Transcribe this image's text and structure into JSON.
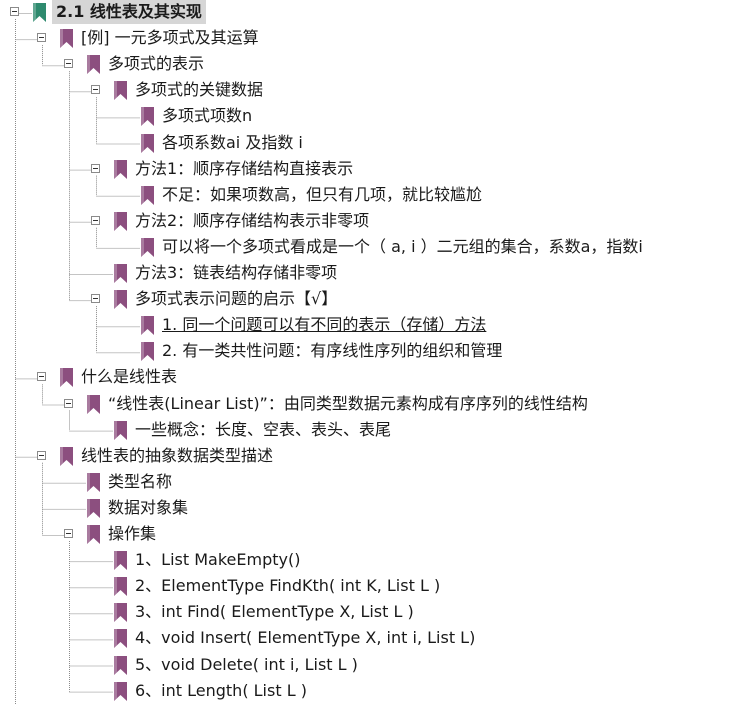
{
  "outline": {
    "nodes": [
      {
        "id": "n0",
        "label": "2.1 线性表及其实现",
        "level": 0,
        "expanded": true,
        "selected": true,
        "underlined": false,
        "color": "#2e8a6e"
      },
      {
        "id": "n1",
        "label": "[例] 一元多项式及其运算",
        "level": 1,
        "expanded": true,
        "selected": false,
        "underlined": false,
        "color": "#8c4f7f"
      },
      {
        "id": "n2",
        "label": "多项式的表示",
        "level": 2,
        "expanded": true,
        "selected": false,
        "underlined": false,
        "color": "#8c4f7f"
      },
      {
        "id": "n3",
        "label": "多项式的关键数据",
        "level": 3,
        "expanded": true,
        "selected": false,
        "underlined": false,
        "color": "#8c4f7f"
      },
      {
        "id": "n4",
        "label": "多项式项数n",
        "level": 4,
        "expanded": null,
        "selected": false,
        "underlined": false,
        "color": "#8c4f7f"
      },
      {
        "id": "n5",
        "label": "各项系数ai 及指数 i",
        "level": 4,
        "expanded": null,
        "selected": false,
        "underlined": false,
        "color": "#8c4f7f"
      },
      {
        "id": "n6",
        "label": "方法1：顺序存储结构直接表示",
        "level": 3,
        "expanded": true,
        "selected": false,
        "underlined": false,
        "color": "#8c4f7f"
      },
      {
        "id": "n7",
        "label": "不足：如果项数高，但只有几项，就比较尴尬",
        "level": 4,
        "expanded": null,
        "selected": false,
        "underlined": false,
        "color": "#8c4f7f"
      },
      {
        "id": "n8",
        "label": "方法2：顺序存储结构表示非零项",
        "level": 3,
        "expanded": true,
        "selected": false,
        "underlined": false,
        "color": "#8c4f7f"
      },
      {
        "id": "n9",
        "label": "可以将一个多项式看成是一个（ a, i ）二元组的集合，系数a，指数i",
        "level": 4,
        "expanded": null,
        "selected": false,
        "underlined": false,
        "color": "#8c4f7f"
      },
      {
        "id": "n10",
        "label": "方法3：链表结构存储非零项",
        "level": 3,
        "expanded": null,
        "selected": false,
        "underlined": false,
        "color": "#8c4f7f"
      },
      {
        "id": "n11",
        "label": "多项式表示问题的启示【√】",
        "level": 3,
        "expanded": true,
        "selected": false,
        "underlined": false,
        "color": "#8c4f7f"
      },
      {
        "id": "n12",
        "label": "1. 同一个问题可以有不同的表示（存储）方法",
        "level": 4,
        "expanded": null,
        "selected": false,
        "underlined": true,
        "color": "#8c4f7f"
      },
      {
        "id": "n13",
        "label": "2. 有一类共性问题：有序线性序列的组织和管理",
        "level": 4,
        "expanded": null,
        "selected": false,
        "underlined": false,
        "color": "#8c4f7f"
      },
      {
        "id": "n14",
        "label": "什么是线性表",
        "level": 1,
        "expanded": true,
        "selected": false,
        "underlined": false,
        "color": "#8c4f7f"
      },
      {
        "id": "n15",
        "label": "“线性表(Linear List)”：由同类型数据元素构成有序序列的线性结构",
        "level": 2,
        "expanded": true,
        "selected": false,
        "underlined": false,
        "color": "#8c4f7f"
      },
      {
        "id": "n16",
        "label": "一些概念：长度、空表、表头、表尾",
        "level": 3,
        "expanded": null,
        "selected": false,
        "underlined": false,
        "color": "#8c4f7f"
      },
      {
        "id": "n17",
        "label": "线性表的抽象数据类型描述",
        "level": 1,
        "expanded": true,
        "selected": false,
        "underlined": false,
        "color": "#8c4f7f"
      },
      {
        "id": "n18",
        "label": "类型名称",
        "level": 2,
        "expanded": null,
        "selected": false,
        "underlined": false,
        "color": "#8c4f7f"
      },
      {
        "id": "n19",
        "label": "数据对象集",
        "level": 2,
        "expanded": null,
        "selected": false,
        "underlined": false,
        "color": "#8c4f7f"
      },
      {
        "id": "n20",
        "label": "操作集",
        "level": 2,
        "expanded": true,
        "selected": false,
        "underlined": false,
        "color": "#8c4f7f"
      },
      {
        "id": "n21",
        "label": "1、List MakeEmpty()",
        "level": 3,
        "expanded": null,
        "selected": false,
        "underlined": false,
        "color": "#8c4f7f"
      },
      {
        "id": "n22",
        "label": "2、ElementType FindKth( int K, List L )",
        "level": 3,
        "expanded": null,
        "selected": false,
        "underlined": false,
        "color": "#8c4f7f"
      },
      {
        "id": "n23",
        "label": "3、int Find( ElementType X, List L )",
        "level": 3,
        "expanded": null,
        "selected": false,
        "underlined": false,
        "color": "#8c4f7f"
      },
      {
        "id": "n24",
        "label": "4、void Insert( ElementType X, int i, List L)",
        "level": 3,
        "expanded": null,
        "selected": false,
        "underlined": false,
        "color": "#8c4f7f"
      },
      {
        "id": "n25",
        "label": "5、void Delete( int i, List L )",
        "level": 3,
        "expanded": null,
        "selected": false,
        "underlined": false,
        "color": "#8c4f7f"
      },
      {
        "id": "n26",
        "label": "6、int Length( List L )",
        "level": 3,
        "expanded": null,
        "selected": false,
        "underlined": false,
        "color": "#8c4f7f"
      }
    ]
  },
  "colors": {
    "bookmark_root": "#2e8a6e",
    "bookmark_child": "#8c4f7f",
    "connector": "#8a8a8a",
    "selection": "#d6d6d6"
  },
  "icons": {
    "bookmark": "bookmark-icon",
    "toggle": "collapse-toggle-icon"
  }
}
